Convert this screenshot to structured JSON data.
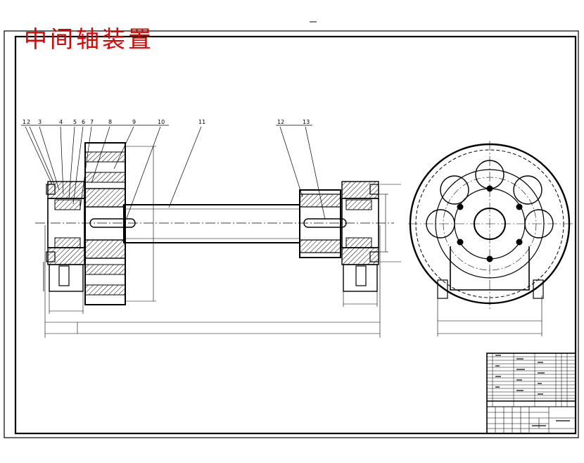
{
  "drawing": {
    "title": "中间轴装置",
    "part_labels": [
      "1",
      "2",
      "3",
      "4",
      "5",
      "6",
      "7",
      "8",
      "9",
      "10",
      "11",
      "12",
      "13"
    ],
    "colors": {
      "title": "#e00000",
      "lines": "#000000",
      "paper": "#ffffff"
    }
  }
}
